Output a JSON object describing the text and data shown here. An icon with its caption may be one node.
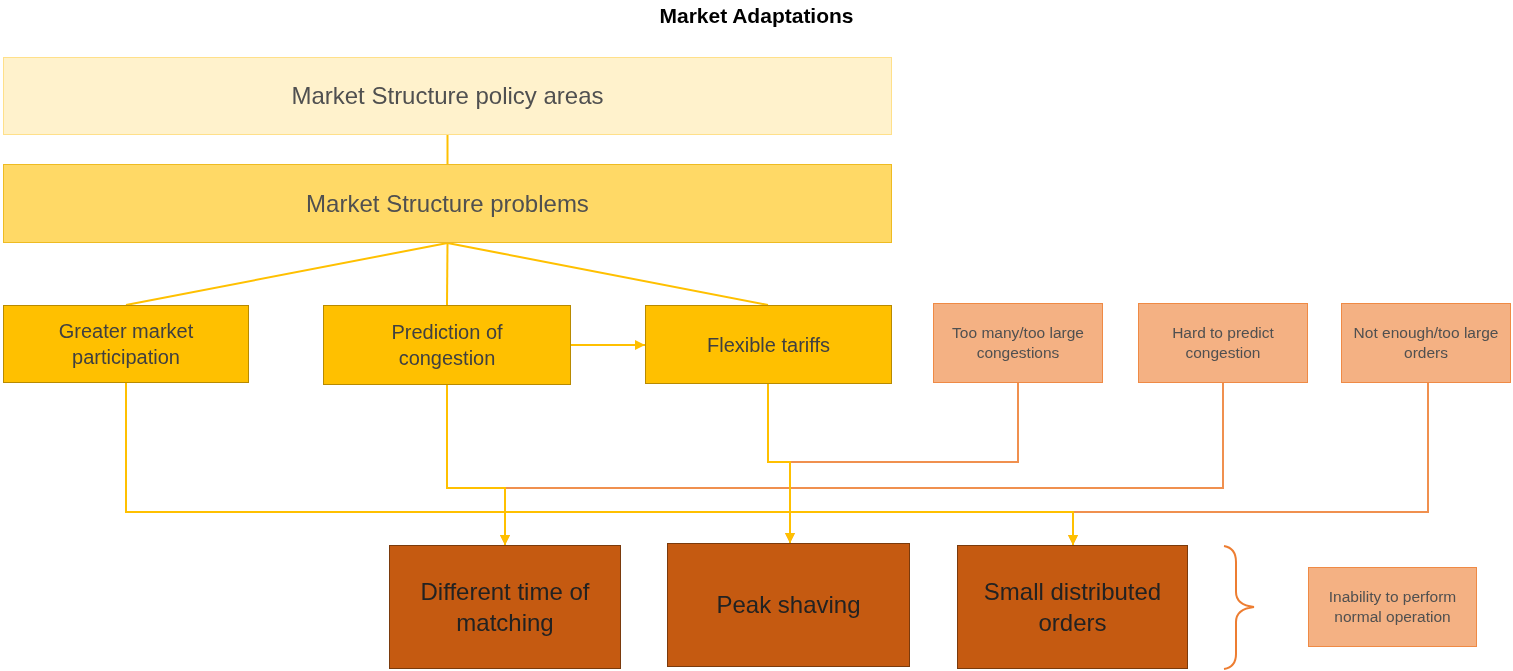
{
  "diagram": {
    "title": "Market Adaptations",
    "nodes": [
      {
        "text": [
          "Market Structure policy areas"
        ]
      },
      {
        "text": [
          "Market Structure problems"
        ]
      },
      {
        "text": [
          "Greater market participation"
        ]
      },
      {
        "text": [
          "Prediction of congestion"
        ]
      },
      {
        "text": [
          "Flexible tariffs"
        ]
      },
      {
        "text": [
          "Too many/too large congestions"
        ]
      },
      {
        "text": [
          "Hard to predict congestion"
        ]
      },
      {
        "text": [
          "Not enough/too large orders"
        ]
      },
      {
        "text": [
          "Different time of matching"
        ]
      },
      {
        "text": [
          "Peak shaving"
        ]
      },
      {
        "text": [
          "Small distributed orders"
        ]
      },
      {
        "text": [
          "Inability to perform normal operation"
        ]
      }
    ],
    "edges": [
      {
        "from": 0,
        "to": 1,
        "arrow": "none"
      },
      {
        "from": 1,
        "to": 2,
        "arrow": "none"
      },
      {
        "from": 1,
        "to": 3,
        "arrow": "none"
      },
      {
        "from": 1,
        "to": 4,
        "arrow": "none"
      },
      {
        "from": 3,
        "to": 4,
        "arrow": "to"
      },
      {
        "from": 2,
        "to": 10,
        "arrow": "to"
      },
      {
        "from": 7,
        "to": 10,
        "arrow": "to",
        "color": "#f0904f"
      },
      {
        "from": 3,
        "to": 8,
        "arrow": "to"
      },
      {
        "from": 6,
        "to": 8,
        "arrow": "to",
        "color": "#f0904f"
      },
      {
        "from": 4,
        "to": 9,
        "arrow": "to"
      },
      {
        "from": 5,
        "to": 9,
        "arrow": "to",
        "color": "#f0904f"
      }
    ]
  }
}
